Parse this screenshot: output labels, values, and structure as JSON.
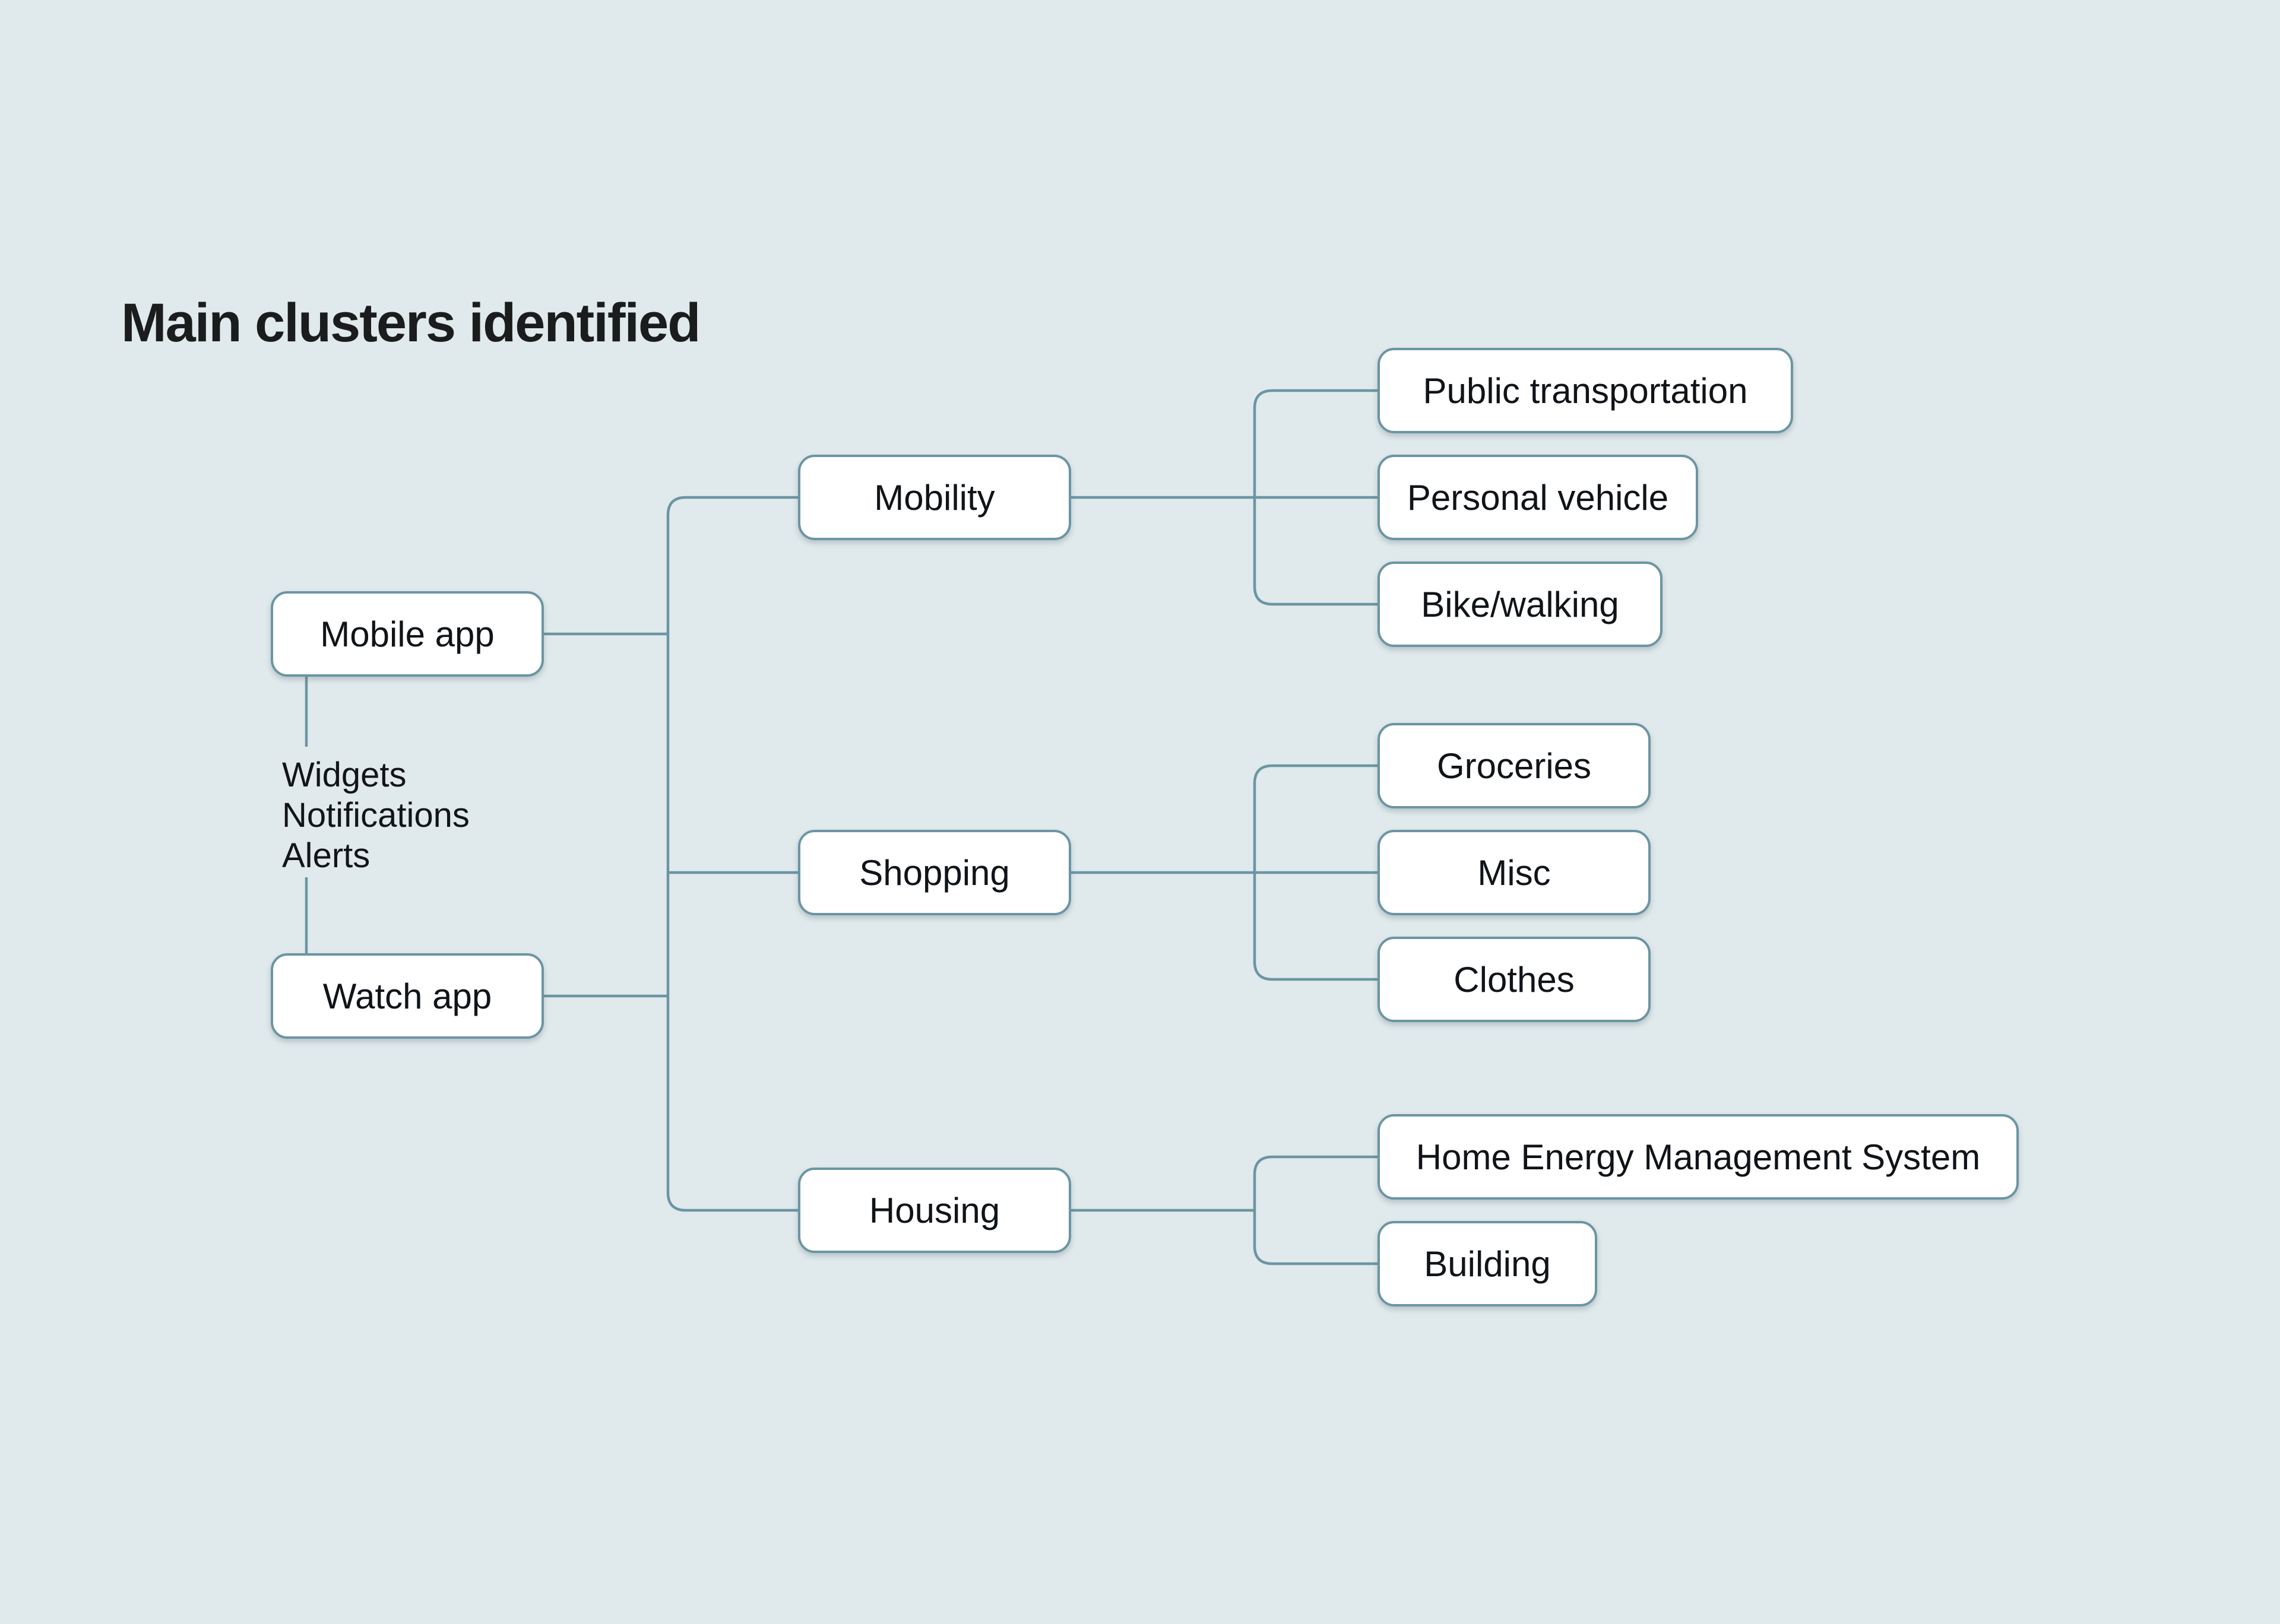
{
  "title": "Main clusters identified",
  "colors": {
    "background": "#e0e9eb",
    "line": "#6b95a3",
    "box_fill": "#ffffff",
    "text": "#101418"
  },
  "annotation": {
    "lines": [
      "Widgets",
      "Notifications",
      "Alerts"
    ]
  },
  "nodes": {
    "mobile_app": {
      "label": "Mobile app"
    },
    "watch_app": {
      "label": "Watch app"
    },
    "mobility": {
      "label": "Mobility"
    },
    "shopping": {
      "label": "Shopping"
    },
    "housing": {
      "label": "Housing"
    },
    "public_transportation": {
      "label": "Public transportation"
    },
    "personal_vehicle": {
      "label": "Personal vehicle"
    },
    "bike_walking": {
      "label": "Bike/walking"
    },
    "groceries": {
      "label": "Groceries"
    },
    "misc": {
      "label": "Misc"
    },
    "clothes": {
      "label": "Clothes"
    },
    "home_energy_management_system": {
      "label": "Home Energy Management System"
    },
    "building": {
      "label": "Building"
    }
  }
}
